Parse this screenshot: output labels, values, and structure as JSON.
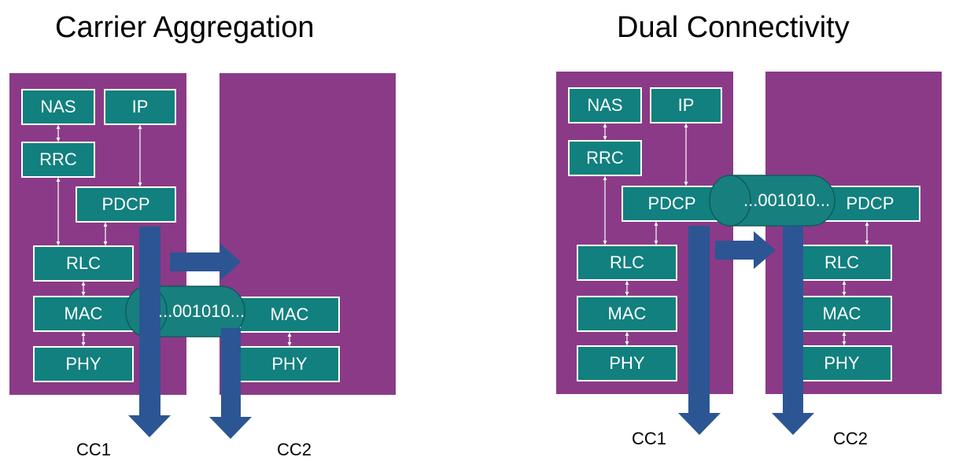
{
  "colors": {
    "panel": "#8b3a87",
    "box": "#11807f",
    "arrow": "#2c5594",
    "pipe": "#17807f"
  },
  "carrier_aggregation": {
    "title": "Carrier Aggregation",
    "layers": {
      "nas": "NAS",
      "ip": "IP",
      "rrc": "RRC",
      "pdcp": "PDCP",
      "rlc": "RLC",
      "mac": "MAC",
      "phy": "PHY"
    },
    "second_layers": {
      "mac": "MAC",
      "phy": "PHY"
    },
    "bits": "...001010...",
    "cc1": "CC1",
    "cc2": "CC2"
  },
  "dual_connectivity": {
    "title": "Dual Connectivity",
    "layers": {
      "nas": "NAS",
      "ip": "IP",
      "rrc": "RRC",
      "pdcp": "PDCP",
      "rlc": "RLC",
      "mac": "MAC",
      "phy": "PHY"
    },
    "second_layers": {
      "pdcp": "PDCP",
      "rlc": "RLC",
      "mac": "MAC",
      "phy": "PHY"
    },
    "bits": "...001010...",
    "cc1": "CC1",
    "cc2": "CC2"
  }
}
